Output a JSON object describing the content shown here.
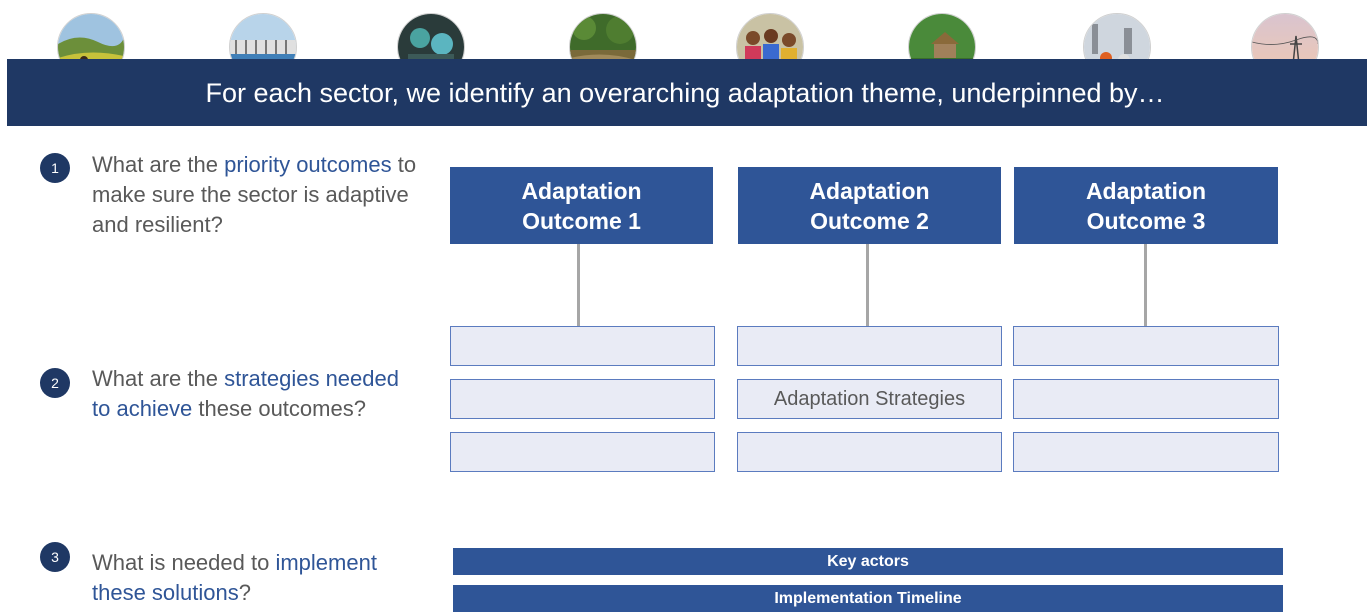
{
  "banner": {
    "text": "For each sector, we identify an overarching adaptation theme, underpinned by…"
  },
  "photos": [
    {
      "name": "agriculture-photo"
    },
    {
      "name": "dam-photo"
    },
    {
      "name": "health-photo"
    },
    {
      "name": "forest-river-photo"
    },
    {
      "name": "community-photo"
    },
    {
      "name": "rural-house-photo"
    },
    {
      "name": "industry-workers-photo"
    },
    {
      "name": "power-lines-photo"
    }
  ],
  "steps": [
    {
      "number": "1",
      "segments": [
        "What are the ",
        "priority outcomes",
        " to make sure the sector is adaptive and resilient?"
      ]
    },
    {
      "number": "2",
      "segments": [
        "What are the ",
        "strategies needed to achieve",
        " these outcomes?"
      ]
    },
    {
      "number": "3",
      "segments": [
        "What is needed to ",
        "implement these solutions",
        "?"
      ]
    }
  ],
  "outcomes": [
    {
      "line1": "Adaptation",
      "line2": "Outcome 1"
    },
    {
      "line1": "Adaptation",
      "line2": "Outcome 2"
    },
    {
      "line1": "Adaptation",
      "line2": "Outcome 3"
    }
  ],
  "strategy_label": "Adaptation Strategies",
  "bars": {
    "key_actors": "Key actors",
    "timeline": "Implementation Timeline"
  },
  "colors": {
    "navy": "#1f3864",
    "blue": "#2f5597",
    "box_fill": "#e9ebf5",
    "text_gray": "#595959"
  }
}
